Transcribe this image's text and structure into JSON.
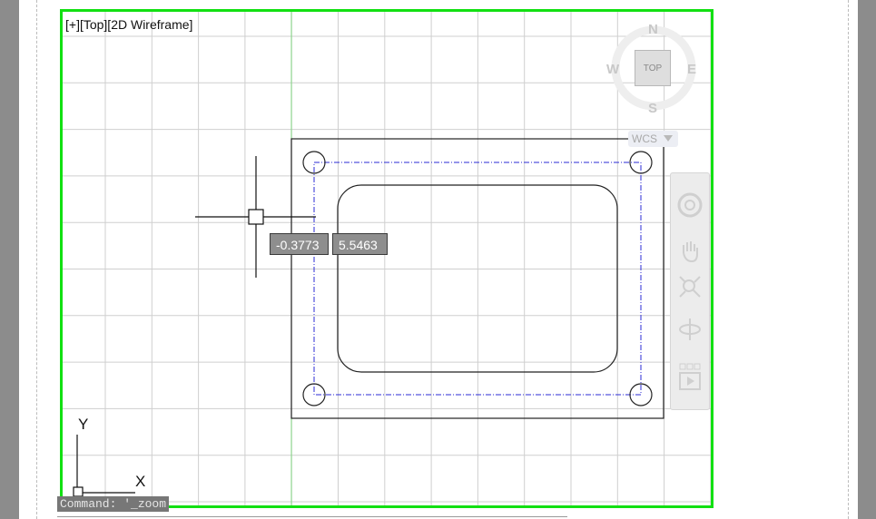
{
  "viewport": {
    "label": "[+][Top][2D Wireframe]",
    "border_color": "#12e012"
  },
  "cursor": {
    "x_value": "-0.3773",
    "y_value": "5.5463"
  },
  "viewcube": {
    "north": "N",
    "south": "S",
    "east": "E",
    "west": "W",
    "face": "TOP",
    "ucs": "WCS",
    "ucs_dropdown_icon": "triangle-down-icon"
  },
  "navigation_bar": {
    "items": [
      {
        "name": "steering-wheel-icon"
      },
      {
        "name": "pan-hand-icon"
      },
      {
        "name": "zoom-extents-icon"
      },
      {
        "name": "orbit-icon"
      },
      {
        "name": "showmotion-icon"
      }
    ]
  },
  "ucs_icon": {
    "x_label": "X",
    "y_label": "Y"
  },
  "command_line": {
    "text": "Command: '_zoom"
  },
  "colors": {
    "grid": "#cfcfcf",
    "grid_major_y": "#6fd06f",
    "drawing": "#222222",
    "centerline": "#2b2bd6"
  }
}
